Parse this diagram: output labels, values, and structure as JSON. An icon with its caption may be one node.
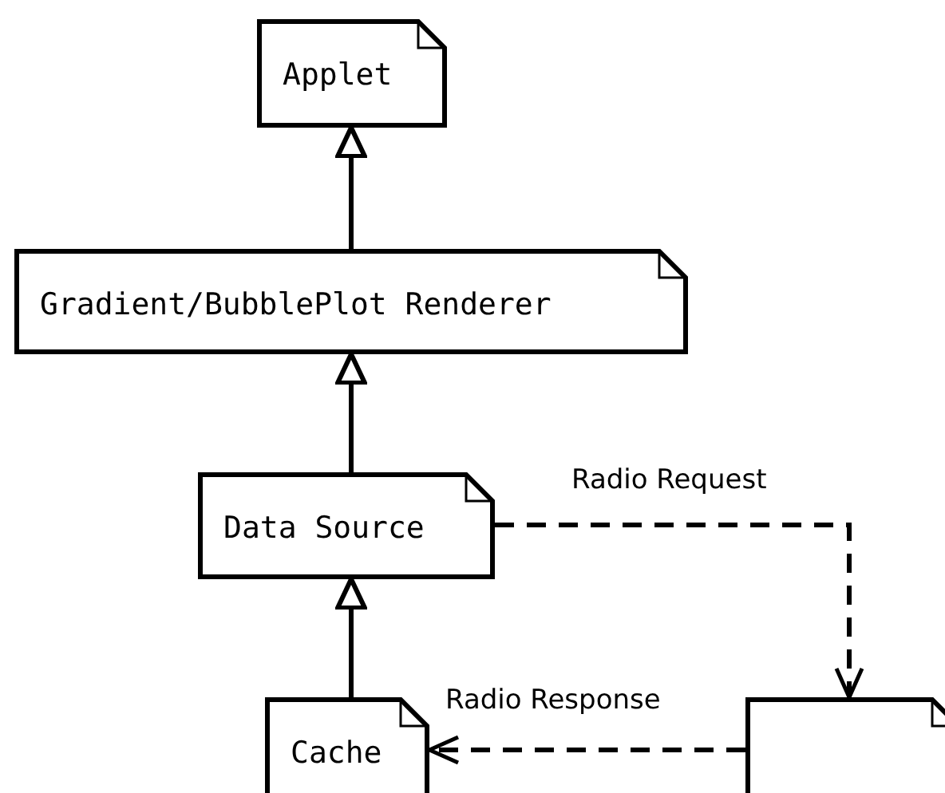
{
  "diagram": {
    "nodes": [
      {
        "text": [
          "Applet"
        ]
      },
      {
        "text": [
          "Gradient/BubblePlot Renderer"
        ]
      },
      {
        "text": [
          "Data Source"
        ]
      },
      {
        "text": [
          "Cache"
        ]
      },
      {
        "text": [],
        "shape": "note"
      }
    ],
    "edges": [
      {
        "from": 1,
        "to": 0,
        "arrow": "to"
      },
      {
        "from": 2,
        "to": 1,
        "arrow": "to"
      },
      {
        "from": 3,
        "to": 2,
        "arrow": "to"
      },
      {
        "from": 2,
        "to": 4,
        "arrow": "to",
        "label": "Radio Request",
        "style": "dashed"
      },
      {
        "from": 4,
        "to": 3,
        "arrow": "to",
        "label": "Radio Response",
        "style": "dashed"
      }
    ]
  }
}
